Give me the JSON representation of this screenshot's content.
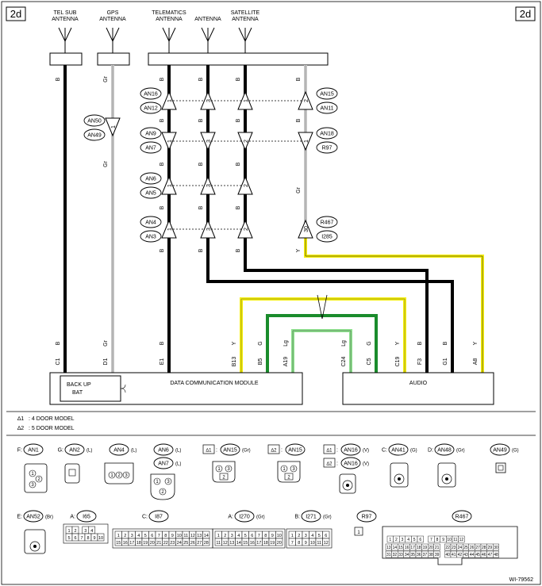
{
  "page": {
    "tag_left": "2d",
    "tag_right": "2d",
    "figure_id": "WI-79562"
  },
  "antennas": {
    "tel_sub": [
      "TEL SUB",
      "ANTENNA"
    ],
    "gps": [
      "GPS",
      "ANTENNA"
    ],
    "telematics": [
      "TELEMATICS",
      "ANTENNA"
    ],
    "middle": [
      "ANTENNA"
    ],
    "satellite": [
      "SATELLITE",
      "ANTENNA"
    ]
  },
  "wire_colors": {
    "b": "B",
    "gr": "Gr",
    "y": "Y",
    "g": "G",
    "lg": "Lg",
    "br": "Br",
    "l": "L",
    "v": "V"
  },
  "connectors": {
    "an16": "AN16",
    "an12": "AN12",
    "an15": "AN15",
    "an11": "AN11",
    "an50": "AN50",
    "an49": "AN49",
    "an9": "AN9",
    "an7": "AN7",
    "an18": "AN18",
    "r97": "R97",
    "an6": "AN6",
    "an5": "AN5",
    "an4": "AN4",
    "an3": "AN3",
    "r467": "R467",
    "i285": "I285"
  },
  "pin_numbers": {
    "p1": "1",
    "p2": "2",
    "p3": "3",
    "p30": "30"
  },
  "dcm": {
    "title": "DATA COMMUNICATION MODULE",
    "backup": [
      "BACK UP",
      "BAT"
    ],
    "pins": [
      "C1",
      "D1",
      "E1",
      "B13",
      "B5",
      "A19"
    ],
    "labels": [
      "A:",
      "B:",
      "C:",
      "D:",
      "E:"
    ],
    "conns": [
      "I270",
      "I271",
      "AN41",
      "AN48",
      "AN52"
    ]
  },
  "audio": {
    "title": "AUDIO",
    "pins": [
      "C24",
      "C5",
      "C19",
      "F3",
      "G1",
      "A8"
    ],
    "labels": [
      "A:",
      "C:",
      "F:",
      "G:"
    ],
    "conns": [
      "I65",
      "I87",
      "AN1",
      "AN2"
    ]
  },
  "notes": [
    {
      "star": "∆1",
      "text": ": 4 DOOR MODEL"
    },
    {
      "star": "∆2",
      "text": ": 5 DOOR MODEL"
    }
  ],
  "legend": {
    "row1": [
      {
        "prefix": "F:",
        "conn": "AN1",
        "color": ""
      },
      {
        "prefix": "G:",
        "conn": "AN2",
        "color": "(L)"
      },
      {
        "prefix": "",
        "conn": "AN4",
        "color": "(L)"
      },
      {
        "prefix": "",
        "conn": "AN6",
        "color": "(L)"
      },
      {
        "prefix": "",
        "conn": "AN7",
        "color": "(L)"
      },
      {
        "prefix": "∆1",
        "conn": "AN15",
        "color": "(Gr)"
      },
      {
        "prefix": "∆2",
        "conn": "AN15",
        "color": ""
      },
      {
        "prefix": "∆1",
        "conn": "AN16",
        "color": "(V)"
      },
      {
        "prefix": "∆2",
        "conn": "AN16",
        "color": "(V)"
      },
      {
        "prefix": "C:",
        "conn": "AN41",
        "color": "(G)"
      },
      {
        "prefix": "D:",
        "conn": "AN48",
        "color": "(Gr)"
      },
      {
        "prefix": "",
        "conn": "AN49",
        "color": "(G)"
      }
    ],
    "row2": [
      {
        "prefix": "E:",
        "conn": "AN52",
        "color": "(Br)"
      },
      {
        "prefix": "A:",
        "conn": "I65",
        "color": ""
      },
      {
        "prefix": "C:",
        "conn": "I87",
        "color": ""
      },
      {
        "prefix": "A:",
        "conn": "I270",
        "color": "(Gr)"
      },
      {
        "prefix": "B:",
        "conn": "I271",
        "color": "(Gr)"
      },
      {
        "prefix": "",
        "conn": "R97",
        "color": ""
      },
      {
        "prefix": "",
        "conn": "R467",
        "color": ""
      }
    ]
  },
  "grids": {
    "i65": [
      [
        "1",
        "2",
        "",
        "3",
        "4"
      ],
      [
        "5",
        "6",
        "7",
        "8",
        "9",
        "10"
      ]
    ],
    "i87": [
      [
        "1",
        "2",
        "3",
        "4",
        "5",
        "6",
        "7",
        "8",
        "9",
        "10",
        "11",
        "12",
        "13",
        "14"
      ],
      [
        "15",
        "16",
        "17",
        "18",
        "19",
        "20",
        "21",
        "22",
        "23",
        "24",
        "25",
        "26",
        "27",
        "28"
      ]
    ],
    "i270": [
      [
        "1",
        "2",
        "3",
        "4",
        "5",
        "6",
        "7",
        "8",
        "9",
        "10"
      ],
      [
        "11",
        "12",
        "13",
        "14",
        "15",
        "16",
        "17",
        "18",
        "19",
        "20"
      ]
    ],
    "i271": [
      [
        "1",
        "2",
        "3",
        "4",
        "5",
        "6"
      ],
      [
        "7",
        "8",
        "9",
        "10",
        "11",
        "12"
      ]
    ],
    "r467": [
      [
        "1",
        "2",
        "3",
        "4",
        "5",
        "6",
        "",
        "7",
        "8",
        "9",
        "10",
        "11",
        "12"
      ],
      [
        "13",
        "14",
        "15",
        "16",
        "17",
        "18",
        "19",
        "20",
        "21",
        "",
        "22",
        "23",
        "24",
        "25",
        "26",
        "27",
        "28",
        "29",
        "30"
      ],
      [
        "31",
        "32",
        "33",
        "34",
        "35",
        "36",
        "37",
        "38",
        "39",
        "",
        "40",
        "41",
        "42",
        "43",
        "44",
        "45",
        "46",
        "47",
        "48"
      ]
    ],
    "r97": [
      "1"
    ],
    "an1": [
      "1",
      "2",
      "3"
    ],
    "an4": [
      "1",
      "2",
      "3"
    ],
    "an7": [
      "1",
      "3",
      "2"
    ],
    "an15": [
      "1",
      "2",
      "3"
    ]
  },
  "colors": {
    "yellow": "#f5ee0a",
    "green": "#1a8c2c",
    "light_green": "#8ee28e",
    "black": "#000000",
    "gray": "#d8d8d8"
  }
}
